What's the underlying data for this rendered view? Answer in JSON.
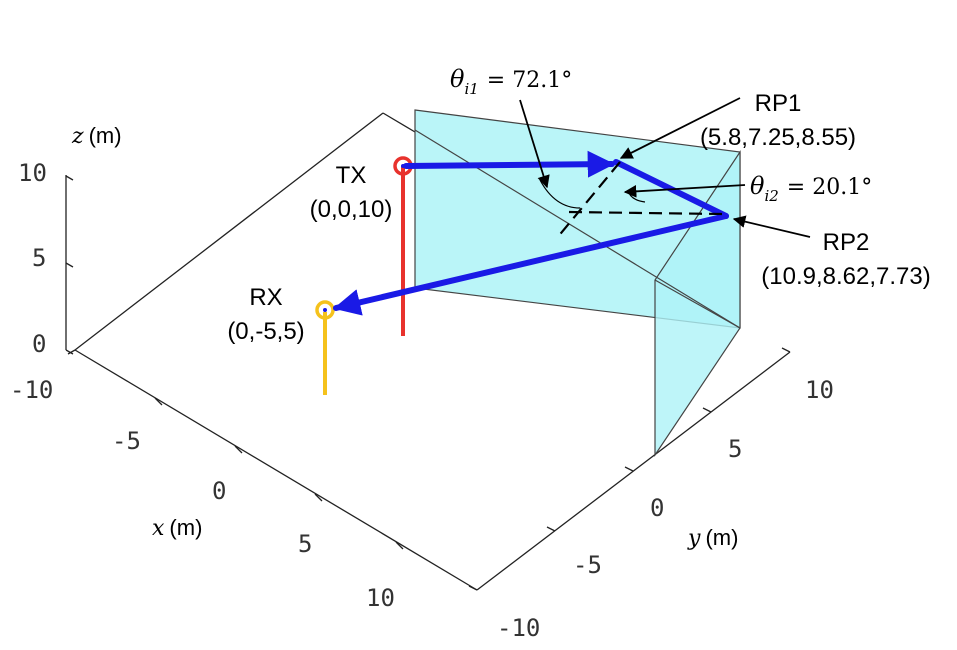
{
  "axes": {
    "x": {
      "label_var": "x",
      "label_unit": "(m)",
      "ticks": [
        "-10",
        "-5",
        "0",
        "5",
        "10"
      ]
    },
    "y": {
      "label_var": "y",
      "label_unit": "(m)",
      "ticks": [
        "-10",
        "-5",
        "0",
        "5",
        "10"
      ]
    },
    "z": {
      "label_var": "z",
      "label_unit": "(m)",
      "ticks": [
        "0",
        "5",
        "10"
      ]
    }
  },
  "nodes": {
    "tx": {
      "name": "TX",
      "coords": "(0,0,10)",
      "color": "#e8322d"
    },
    "rx": {
      "name": "RX",
      "coords": "(0,-5,5)",
      "color": "#f5c21c"
    }
  },
  "reflection_points": {
    "rp1": {
      "name": "RP1",
      "coords": "(5.8,7.25,8.55)"
    },
    "rp2": {
      "name": "RP2",
      "coords": "(10.9,8.62,7.73)"
    }
  },
  "angles": {
    "theta_i1": {
      "symbol": "θ",
      "subscript": "i1",
      "equals": "= 72.1°"
    },
    "theta_i2": {
      "symbol": "θ",
      "subscript": "i2",
      "equals": "= 20.1°"
    }
  },
  "colors": {
    "ray": "#1a1ae6",
    "wall_fill": "#aef3f7",
    "wall_stroke": "#333333",
    "box_line": "#222222"
  }
}
